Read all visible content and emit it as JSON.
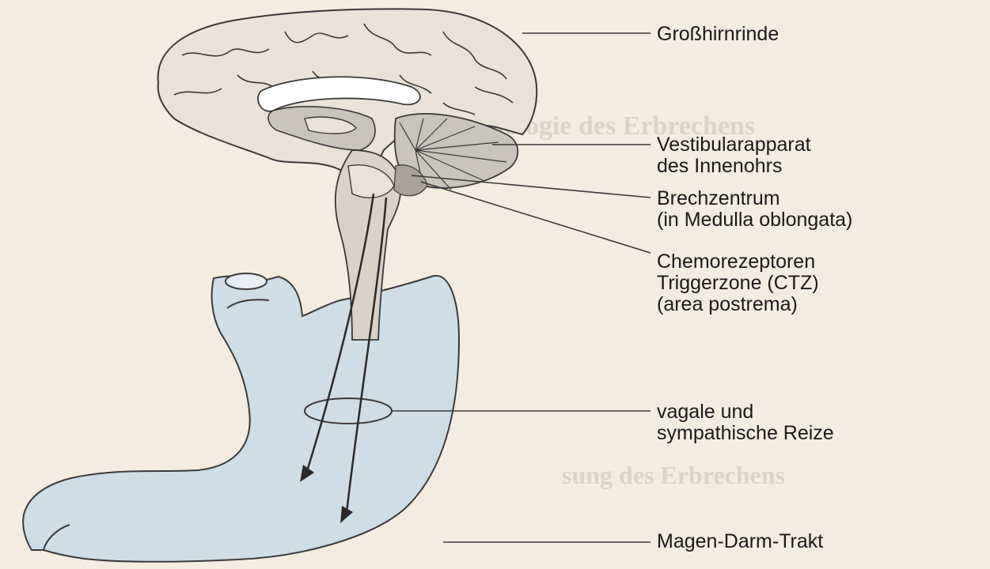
{
  "diagram": {
    "labels": {
      "cortex": [
        "Großhirnrinde"
      ],
      "vestibular": [
        "Vestibularapparat",
        "des Innenohrs"
      ],
      "vomiting_center": [
        "Brechzentrum",
        "(in Medulla oblongata)"
      ],
      "ctz": [
        "Chemorezeptoren",
        "Triggerzone (CTZ)",
        "(area postrema)"
      ],
      "vagal": [
        "vagale und",
        "sympathische Reize"
      ],
      "gi_tract": [
        "Magen-Darm-Trakt"
      ]
    },
    "bleed_through": {
      "heading_1": "physiologie des Erbrechens",
      "heading_2": "sung des Erbrechens"
    },
    "colors": {
      "background": "#f3ece0",
      "brain_fill": "#e8e2d8",
      "brain_dark": "#c9c4bc",
      "stomach_fill": "#cfdde6",
      "line": "#3a3a3a"
    }
  }
}
